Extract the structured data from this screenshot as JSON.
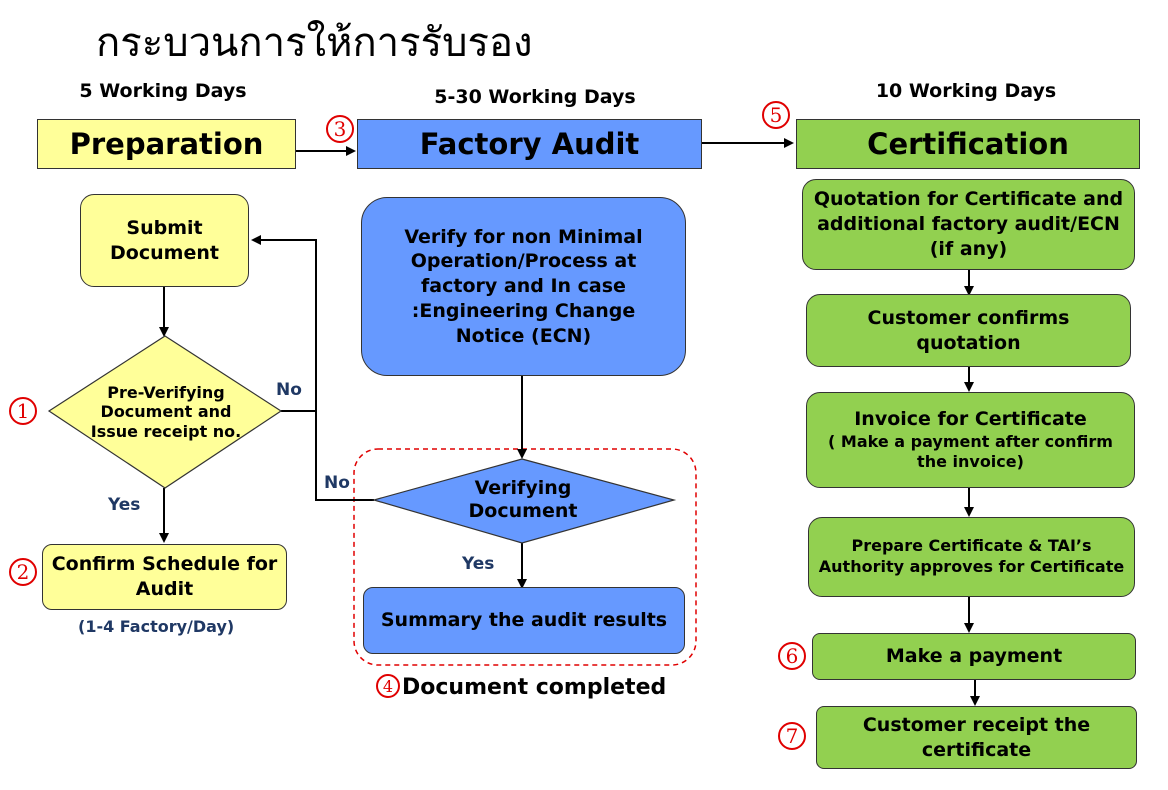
{
  "title": "กระบวนการให้การรับรอง",
  "phases": {
    "preparation": {
      "days": "5 Working Days",
      "label": "Preparation"
    },
    "audit": {
      "days": "5-30 Working Days",
      "label": "Factory Audit"
    },
    "certification": {
      "days": "10 Working Days",
      "label": "Certification"
    }
  },
  "preparation": {
    "submit": "Submit Document",
    "preverify": "Pre-Verifying Document and Issue receipt no.",
    "confirm": "Confirm Schedule for Audit",
    "capacity": "(1-4 Factory/Day)",
    "yes": "Yes",
    "no": "No"
  },
  "audit": {
    "verify_ops": "Verify for non Minimal Operation/Process at factory and In case :Engineering Change Notice (ECN)",
    "verifying": "Verifying Document",
    "summary": "Summary the audit results",
    "completed": "Document completed",
    "yes": "Yes",
    "no": "No"
  },
  "certification": {
    "steps": [
      "Quotation for Certificate and additional factory audit/ECN (if any)",
      "Customer confirms quotation",
      "Invoice for Certificate",
      "( Make a payment after confirm the invoice)",
      "Prepare Certificate & TAI’s Authority approves for Certificate",
      "Make a payment",
      "Customer receipt the certificate"
    ]
  },
  "markers": [
    "1",
    "2",
    "3",
    "4",
    "5",
    "6",
    "7"
  ],
  "colors": {
    "yellow": "#ffff99",
    "blue": "#6699ff",
    "green": "#92d050",
    "marker_red": "#e00000",
    "dashed_red": "#e00000"
  }
}
